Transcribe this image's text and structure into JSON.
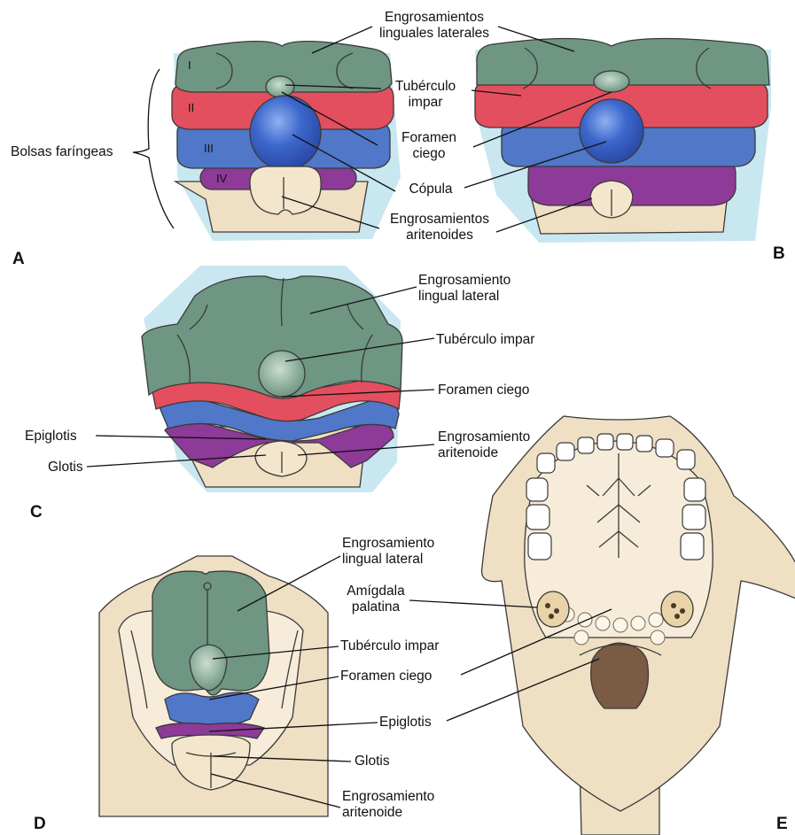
{
  "panels": {
    "a": "A",
    "b": "B",
    "c": "C",
    "d": "D",
    "e": "E"
  },
  "labels": {
    "engros_lat_l1": "Engrosamientos",
    "engros_lat_l2": "linguales laterales",
    "tuberculo_l1": "Tubérculo",
    "tuberculo_l2": "impar",
    "foramen_l1": "Foramen",
    "foramen_l2": "ciego",
    "copula": "Cópula",
    "engros_arit_l1": "Engrosamientos",
    "engros_arit_l2": "aritenoides",
    "bolsas": "Bolsas faríngeas",
    "c_engros_l1": "Engrosamiento",
    "c_engros_l2": "lingual lateral",
    "c_tuberculo": "Tubérculo impar",
    "c_foramen": "Foramen ciego",
    "c_epiglotis": "Epiglotis",
    "c_glotis": "Glotis",
    "c_arit_l1": "Engrosamiento",
    "c_arit_l2": "aritenoide",
    "d_engros_l1": "Engrosamiento",
    "d_engros_l2": "lingual lateral",
    "d_amigdala_l1": "Amígdala",
    "d_amigdala_l2": "palatina",
    "d_tuberculo": "Tubérculo impar",
    "d_foramen": "Foramen ciego",
    "d_epiglotis": "Epiglotis",
    "d_glotis": "Glotis",
    "d_arit_l1": "Engrosamiento",
    "d_arit_l2": "aritenoide"
  },
  "arches": {
    "i": "I",
    "ii": "II",
    "iii": "III",
    "iv": "IV"
  },
  "colors": {
    "green": "#6f9682",
    "red": "#e34f5e",
    "blue": "#5077c8",
    "dome_blue": "#3b63c4",
    "purple": "#8e3a98",
    "tan": "#efdfc3",
    "shadow": "#bfe3ee"
  }
}
